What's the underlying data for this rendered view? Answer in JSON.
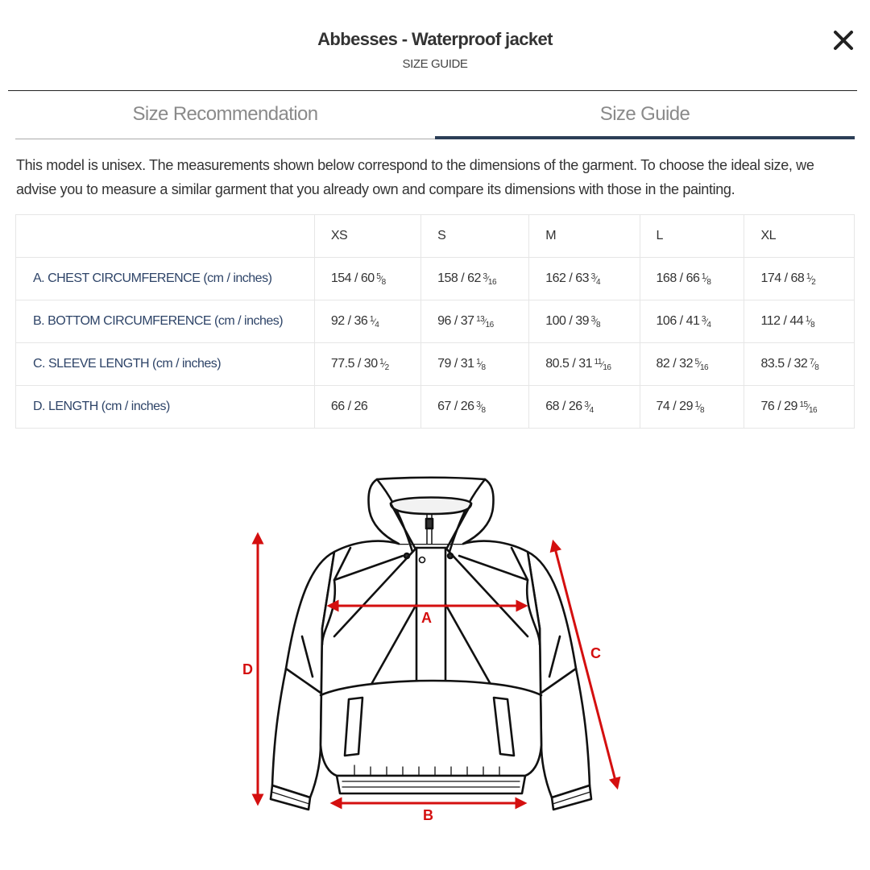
{
  "header": {
    "title": "Abbesses - Waterproof jacket",
    "subtitle": "SIZE GUIDE",
    "close_icon": "close-icon"
  },
  "tabs": [
    {
      "label": "Size Recommendation",
      "active": false
    },
    {
      "label": "Size Guide",
      "active": true
    }
  ],
  "description": "This model is unisex. The measurements shown below correspond to the dimensions of the garment. To choose the ideal size, we advise you to measure a similar garment that you already own and compare its dimensions with those in the painting.",
  "table": {
    "columns": [
      "",
      "XS",
      "S",
      "M",
      "L",
      "XL"
    ],
    "rows": [
      {
        "label": "A. CHEST CIRCUMFERENCE (cm / inches)",
        "cells": [
          {
            "main": "154 / 60",
            "num": "5",
            "den": "8"
          },
          {
            "main": "158 / 62",
            "num": "3",
            "den": "16"
          },
          {
            "main": "162 / 63",
            "num": "3",
            "den": "4"
          },
          {
            "main": "168 / 66",
            "num": "1",
            "den": "8"
          },
          {
            "main": "174 / 68",
            "num": "1",
            "den": "2"
          }
        ]
      },
      {
        "label": "B. BOTTOM CIRCUMFERENCE (cm / inches)",
        "cells": [
          {
            "main": "92 / 36",
            "num": "1",
            "den": "4"
          },
          {
            "main": "96 / 37",
            "num": "13",
            "den": "16"
          },
          {
            "main": "100 / 39",
            "num": "3",
            "den": "8"
          },
          {
            "main": "106 / 41",
            "num": "3",
            "den": "4"
          },
          {
            "main": "112 / 44",
            "num": "1",
            "den": "8"
          }
        ]
      },
      {
        "label": "C. SLEEVE LENGTH (cm / inches)",
        "cells": [
          {
            "main": "77.5 / 30",
            "num": "1",
            "den": "2"
          },
          {
            "main": "79 / 31",
            "num": "1",
            "den": "8"
          },
          {
            "main": "80.5 / 31",
            "num": "11",
            "den": "16"
          },
          {
            "main": "82 / 32",
            "num": "5",
            "den": "16"
          },
          {
            "main": "83.5 / 32",
            "num": "7",
            "den": "8"
          }
        ]
      },
      {
        "label": "D. LENGTH (cm / inches)",
        "cells": [
          {
            "main": "66 / 26",
            "num": "",
            "den": ""
          },
          {
            "main": "67 / 26",
            "num": "3",
            "den": "8"
          },
          {
            "main": "68 / 26",
            "num": "3",
            "den": "4"
          },
          {
            "main": "74 / 29",
            "num": "1",
            "den": "8"
          },
          {
            "main": "76 / 29",
            "num": "15",
            "den": "16"
          }
        ]
      }
    ]
  },
  "figure": {
    "labels": {
      "a": "A",
      "b": "B",
      "c": "C",
      "d": "D"
    },
    "arrow_color": "#d40f0f",
    "line_color": "#111111"
  },
  "colors": {
    "active_tab_underline": "#2c3e57",
    "row_label": "#2e4468",
    "tab_text": "#8a8a8a"
  }
}
